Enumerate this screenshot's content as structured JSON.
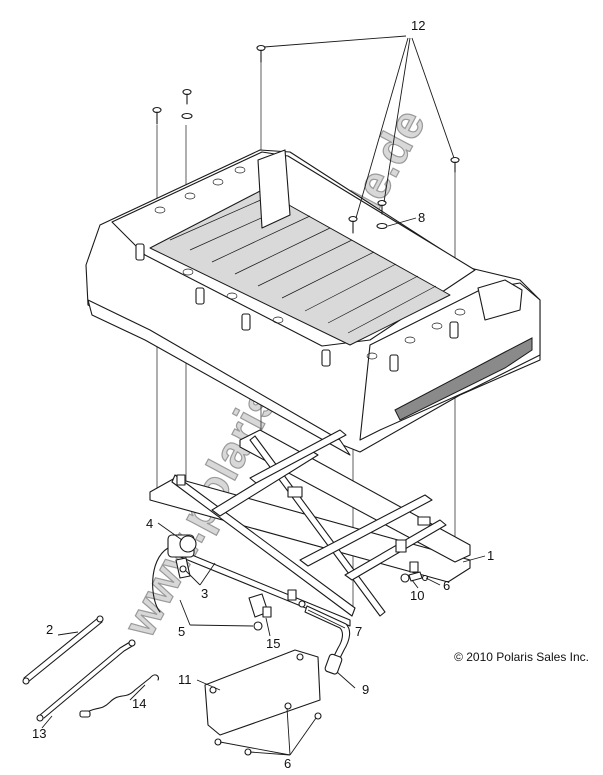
{
  "watermark": "www.polaris-ersatzteile.de",
  "copyright": "© 2010 Polaris Sales Inc.",
  "callouts": {
    "c1": "1",
    "c2": "2",
    "c3": "3",
    "c4": "4",
    "c5": "5",
    "c6a": "6",
    "c6b": "6",
    "c7": "7",
    "c8": "8",
    "c9": "9",
    "c10": "10",
    "c11": "11",
    "c12": "12",
    "c13": "13",
    "c14": "14",
    "c15": "15"
  }
}
